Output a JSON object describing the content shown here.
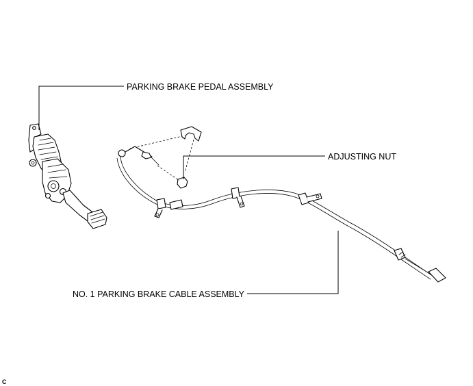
{
  "labels": {
    "pedal": "PARKING BRAKE PEDAL ASSEMBLY",
    "nut": "ADJUSTING NUT",
    "cable": "NO. 1 PARKING BRAKE CABLE ASSEMBLY"
  },
  "corner_code": "C"
}
